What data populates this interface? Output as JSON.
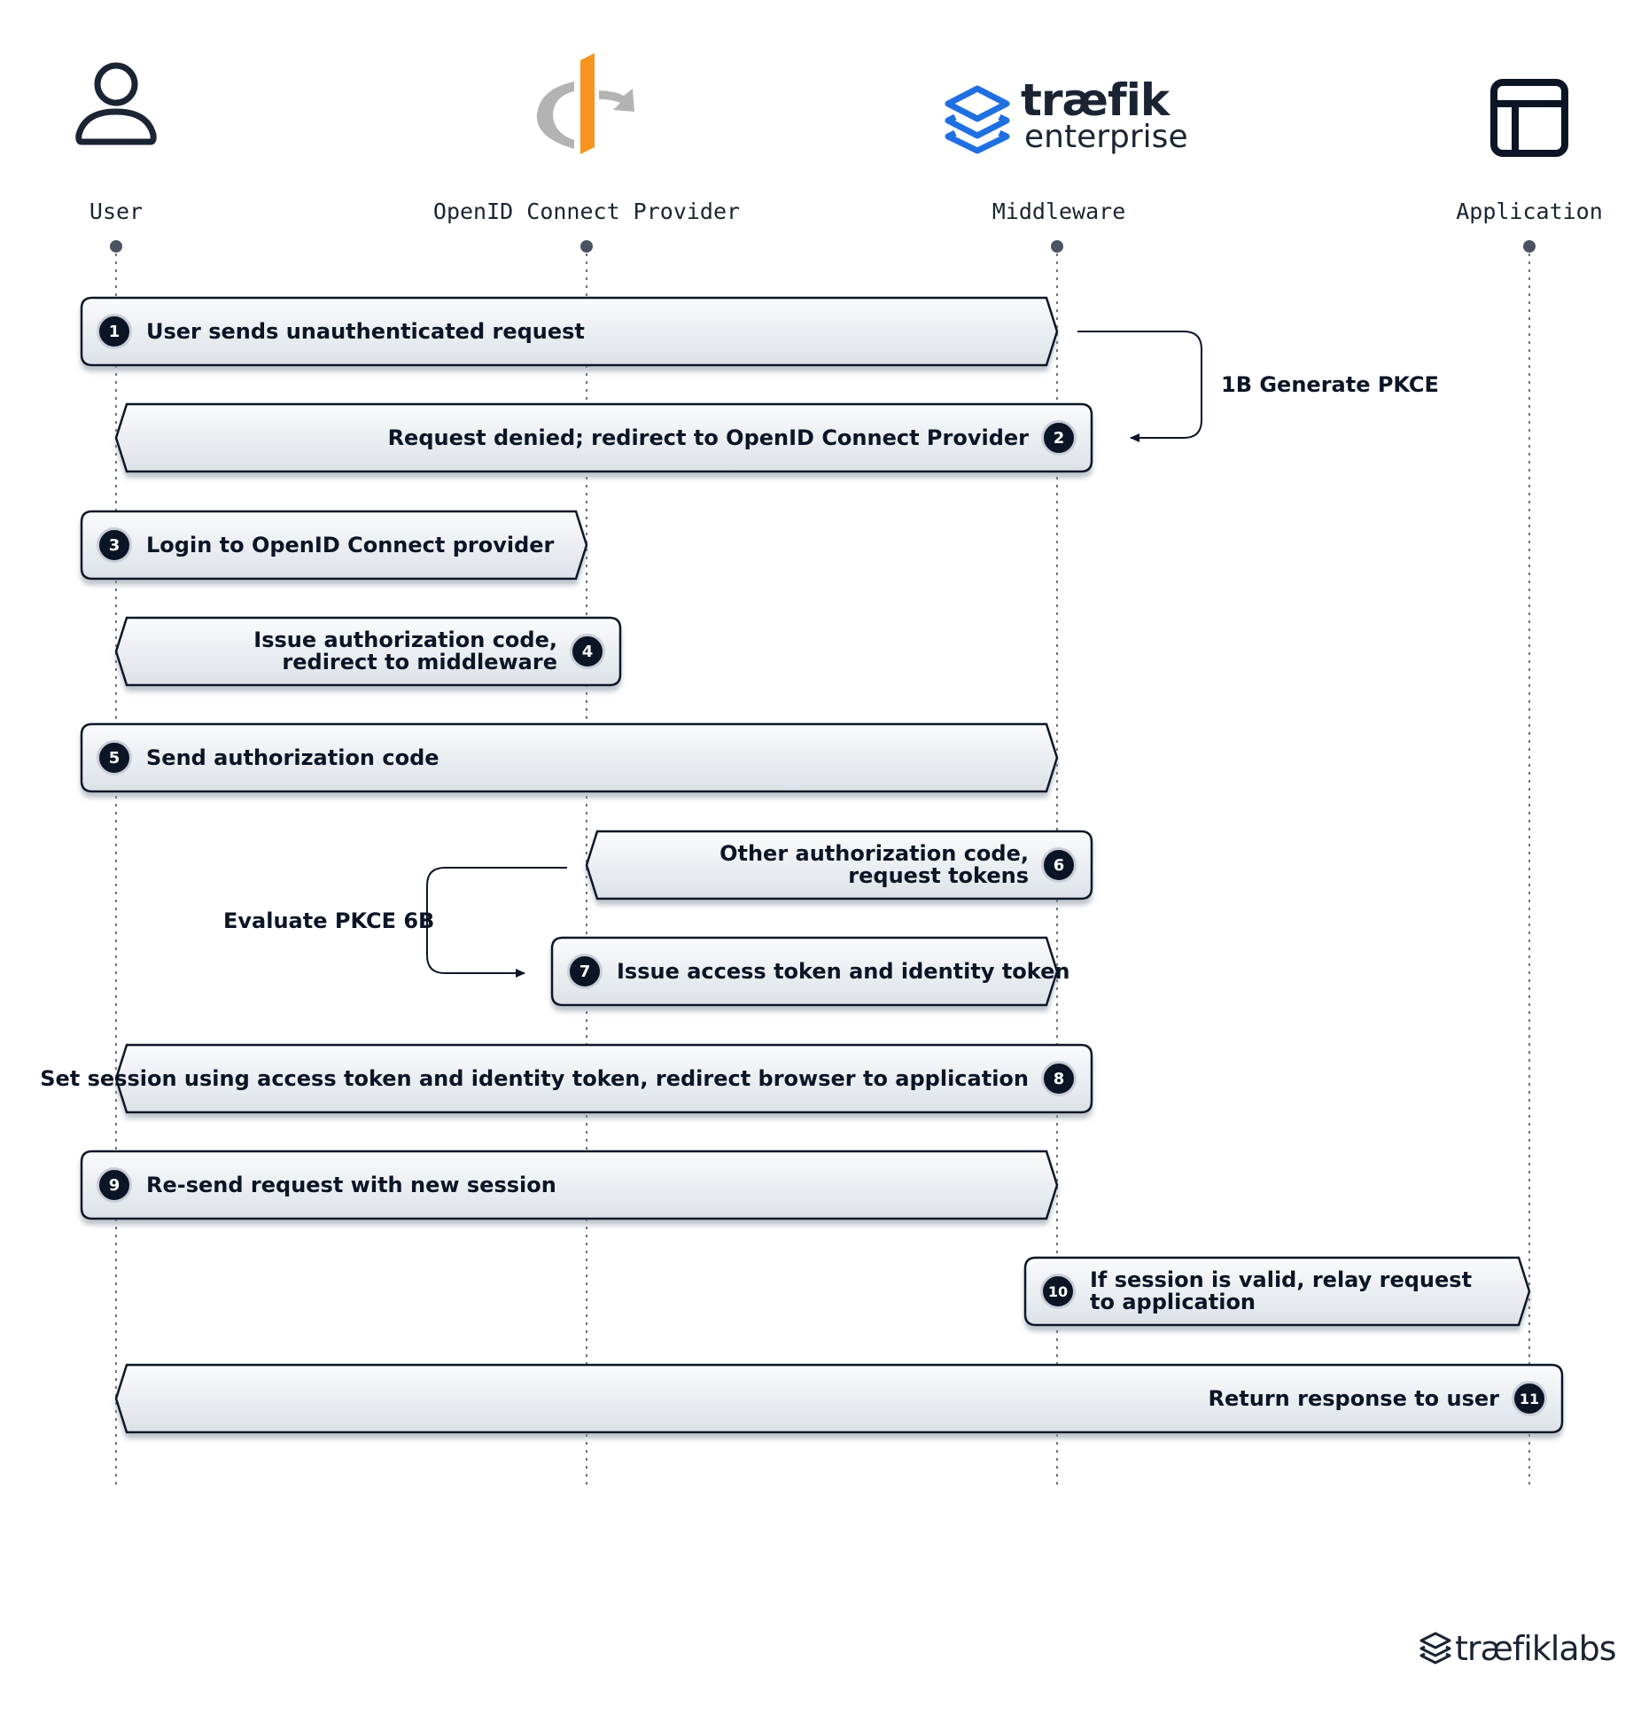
{
  "actors": [
    {
      "id": "user",
      "label": "User",
      "icon": "user-icon"
    },
    {
      "id": "oidc",
      "label": "OpenID Connect Provider",
      "icon": "openid-logo"
    },
    {
      "id": "middleware",
      "label": "Middleware",
      "icon": "traefik-enterprise-logo"
    },
    {
      "id": "app",
      "label": "Application",
      "icon": "application-window-icon"
    }
  ],
  "brand": {
    "traefik_word": "træfik",
    "enterprise_word": "enterprise",
    "footer": "træfiklabs"
  },
  "messages": [
    {
      "num": "1",
      "lines": [
        "User sends unauthenticated request"
      ]
    },
    {
      "num": "2",
      "lines": [
        "Request denied; redirect to OpenID Connect Provider"
      ]
    },
    {
      "num": "3",
      "lines": [
        "Login to OpenID Connect provider"
      ]
    },
    {
      "num": "4",
      "lines": [
        "Issue authorization code,",
        "redirect to middleware"
      ]
    },
    {
      "num": "5",
      "lines": [
        "Send authorization code"
      ]
    },
    {
      "num": "6",
      "lines": [
        "Other authorization code,",
        "request tokens"
      ]
    },
    {
      "num": "7",
      "lines": [
        "Issue access token and identity token"
      ]
    },
    {
      "num": "8",
      "lines": [
        "Set session using access token and identity token, redirect browser to application"
      ]
    },
    {
      "num": "9",
      "lines": [
        "Re-send request with new session"
      ]
    },
    {
      "num": "10",
      "lines": [
        "If session is valid, relay request",
        "to application"
      ]
    },
    {
      "num": "11",
      "lines": [
        "Return response to user"
      ]
    }
  ],
  "side_notes": {
    "generate_pkce": "1B Generate PKCE",
    "evaluate_pkce": "Evaluate PKCE 6B"
  },
  "colors": {
    "navy": "#0b1526",
    "bar_top": "#f7f8fa",
    "bar_bottom": "#dfe3e9",
    "openid_orange": "#f7931e",
    "openid_gray": "#b3b3b3",
    "traefik_blue": "#1f6fe0"
  }
}
